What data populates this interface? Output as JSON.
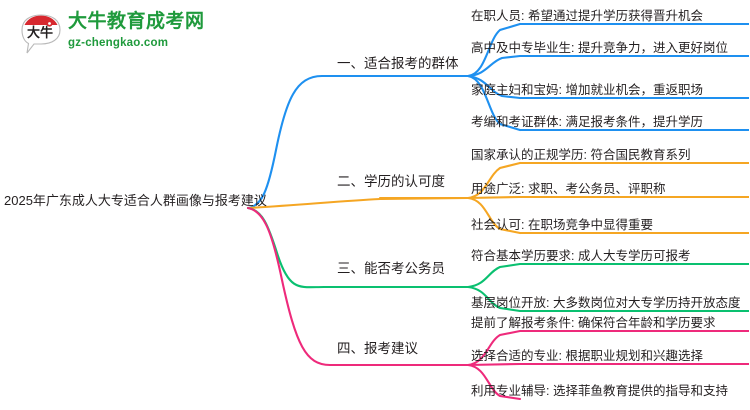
{
  "logo": {
    "mark_text": "大牛",
    "name": "大牛教育成考网",
    "url": "gz-chengkao.com",
    "brand_green": "#1f9a3c",
    "brand_red": "#d7282f"
  },
  "mindmap": {
    "root": {
      "title": "2025年广东成人大专适合人群画像与报考建议"
    },
    "branches": [
      {
        "label": "一、适合报考的群体",
        "color": "#1e90f0",
        "leaves": [
          "在职人员: 希望通过提升学历获得晋升机会",
          "高中及中专毕业生: 提升竞争力，进入更好岗位",
          "家庭主妇和宝妈: 增加就业机会，重返职场",
          "考编和考证群体: 满足报考条件，提升学历"
        ]
      },
      {
        "label": "二、学历的认可度",
        "color": "#f5a623",
        "leaves": [
          "国家承认的正规学历: 符合国民教育系列",
          "用途广泛: 求职、考公务员、评职称",
          "社会认可: 在职场竞争中显得重要"
        ]
      },
      {
        "label": "三、能否考公务员",
        "color": "#0ac070",
        "leaves": [
          "符合基本学历要求: 成人大专学历可报考",
          "基层岗位开放: 大多数岗位对大专学历持开放态度"
        ]
      },
      {
        "label": "四、报考建议",
        "color": "#ee2a7b",
        "leaves": [
          "提前了解报考条件: 确保符合年龄和学历要求",
          "选择合适的专业: 根据职业规划和兴趣选择",
          "利用专业辅导: 选择菲鱼教育提供的指导和支持"
        ]
      }
    ]
  }
}
